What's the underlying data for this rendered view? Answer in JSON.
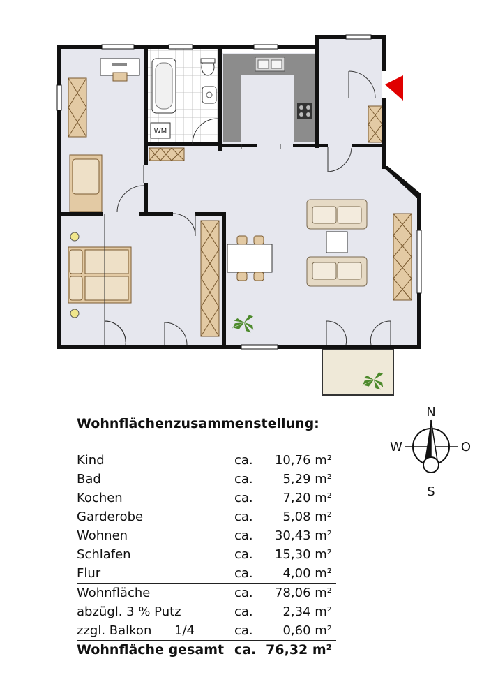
{
  "plan": {
    "wm_label": "WM",
    "colors": {
      "wall": "#111111",
      "floor": "#e6e7ee",
      "kitchen_counter": "#8c8c8c",
      "wood": "#e3caa4",
      "sofa": "#e6dac5",
      "balcony": "#efe9d8",
      "entrance_marker": "#e00000",
      "plant": "#4d8a2c"
    }
  },
  "summary": {
    "title": "Wohnflächenzusammenstellung:",
    "rows": [
      {
        "label": "Kind",
        "ca": "ca.",
        "value": "10,76 m²"
      },
      {
        "label": "Bad",
        "ca": "ca.",
        "value": "5,29 m²"
      },
      {
        "label": "Kochen",
        "ca": "ca.",
        "value": "7,20 m²"
      },
      {
        "label": "Garderobe",
        "ca": "ca.",
        "value": "5,08 m²"
      },
      {
        "label": "Wohnen",
        "ca": "ca.",
        "value": "30,43 m²"
      },
      {
        "label": "Schlafen",
        "ca": "ca.",
        "value": "15,30 m²"
      },
      {
        "label": "Flur",
        "ca": "ca.",
        "value": "4,00 m²"
      },
      {
        "label": "Wohnfläche",
        "ca": "ca.",
        "value": "78,06 m²"
      },
      {
        "label": "abzügl. 3 % Putz",
        "ca": "ca.",
        "value": "2,34 m²"
      },
      {
        "label": "zzgl. Balkon",
        "label_extra": "1/4",
        "ca": "ca.",
        "value": "0,60 m²"
      },
      {
        "label": "Wohnfläche gesamt",
        "ca": "ca.",
        "value": "76,32 m²"
      }
    ]
  },
  "compass": {
    "north": "N",
    "south": "S",
    "west": "W",
    "east": "O"
  }
}
